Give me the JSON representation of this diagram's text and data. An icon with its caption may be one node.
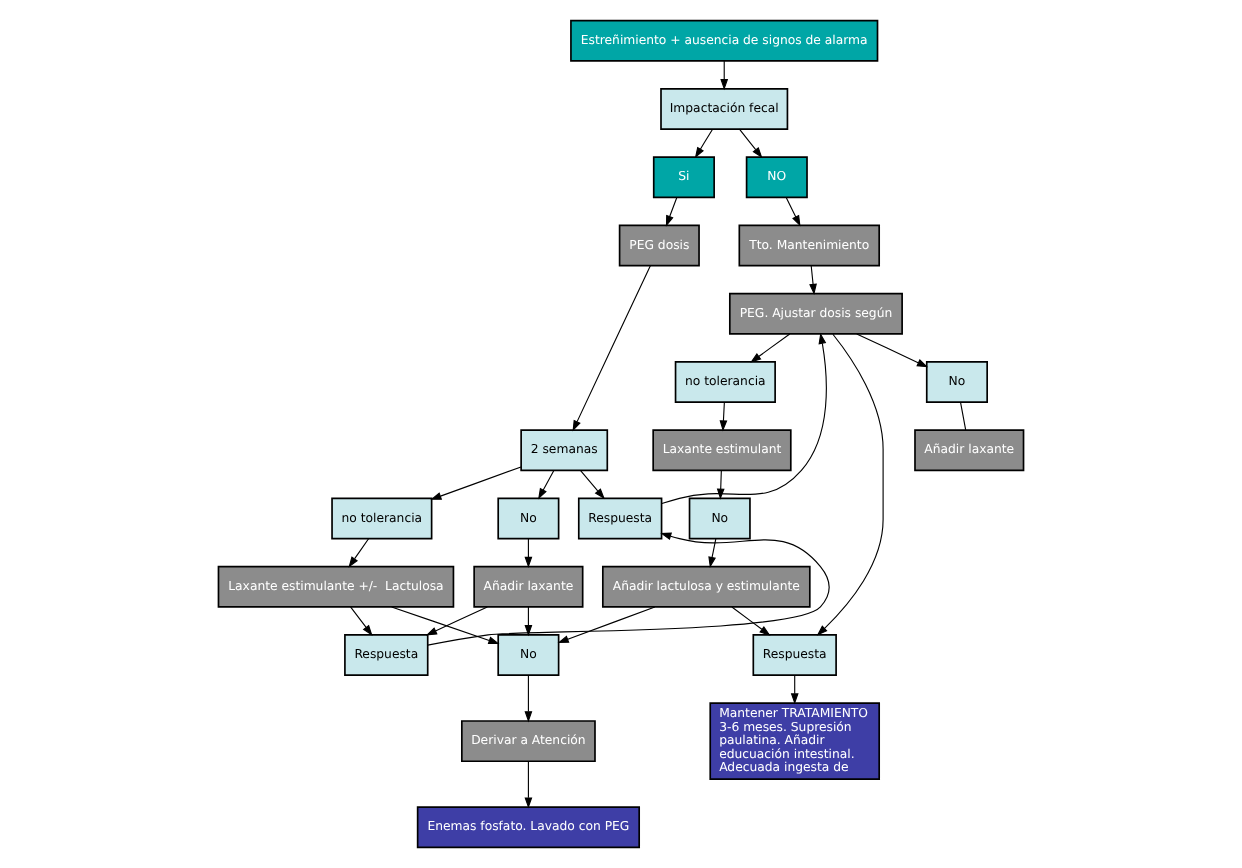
{
  "diagram": {
    "nodes": [
      {
        "text": [
          "Estreñimiento + ausencia de signos de alarma"
        ]
      },
      {
        "text": [
          "Impactación fecal"
        ]
      },
      {
        "text": [
          "Si"
        ]
      },
      {
        "text": [
          "NO"
        ]
      },
      {
        "text": [
          "PEG dosis"
        ]
      },
      {
        "text": [
          "Tto. Mantenimiento"
        ]
      },
      {
        "text": [
          "PEG. Ajustar dosis según"
        ]
      },
      {
        "text": [
          "2 semanas"
        ]
      },
      {
        "text": [
          "No"
        ]
      },
      {
        "text": [
          "no tolerancia"
        ]
      },
      {
        "text": [
          "Respuesta"
        ]
      },
      {
        "text": [
          "no tolerancia"
        ]
      },
      {
        "text": [
          "No"
        ]
      },
      {
        "text": [
          "Añadir laxante"
        ]
      },
      {
        "text": [
          "Laxante estimulante +/-  Lactulosa"
        ]
      },
      {
        "text": [
          "Laxante estimulant"
        ]
      },
      {
        "text": [
          "Añadir laxante"
        ]
      },
      {
        "text": [
          "No"
        ]
      },
      {
        "text": [
          "Respuesta"
        ]
      },
      {
        "text": [
          "Respuesta"
        ]
      },
      {
        "text": [
          "No"
        ]
      },
      {
        "text": [
          "Derivar a Atención"
        ]
      },
      {
        "text": [
          "Añadir lactulosa y estimulante"
        ]
      },
      {
        "text": [
          "Mantener TRATAMIENTO 3-6 meses. Supresión paulatina. Añadir educuación intestinal. Adecuada ingesta de"
        ]
      },
      {
        "text": [
          "Enemas fosfato. Lavado con PEG"
        ]
      }
    ],
    "edges": [
      {
        "from": 0,
        "to": 1,
        "arrow": "to"
      },
      {
        "from": 1,
        "to": 2,
        "arrow": "to"
      },
      {
        "from": 1,
        "to": 3,
        "arrow": "to"
      },
      {
        "from": 2,
        "to": 4,
        "arrow": "to"
      },
      {
        "from": 3,
        "to": 5,
        "arrow": "to"
      },
      {
        "from": 4,
        "to": 7,
        "arrow": "to"
      },
      {
        "from": 5,
        "to": 6,
        "arrow": "to"
      },
      {
        "from": 7,
        "to": 8,
        "arrow": "to"
      },
      {
        "from": 7,
        "to": 9,
        "arrow": "to"
      },
      {
        "from": 7,
        "to": 10,
        "arrow": "to"
      },
      {
        "from": 10,
        "to": 6,
        "arrow": "to"
      },
      {
        "from": 6,
        "to": 11,
        "arrow": "to"
      },
      {
        "from": 6,
        "to": 12,
        "arrow": "to"
      },
      {
        "from": 6,
        "to": 19,
        "arrow": "to"
      },
      {
        "from": 8,
        "to": 13,
        "arrow": "to"
      },
      {
        "from": 9,
        "to": 14,
        "arrow": "to"
      },
      {
        "from": 11,
        "to": 15,
        "arrow": "to"
      },
      {
        "from": 12,
        "to": 16,
        "arrow": "none"
      },
      {
        "from": 13,
        "to": 17,
        "arrow": "to"
      },
      {
        "from": 14,
        "to": 17,
        "arrow": "to"
      },
      {
        "from": 13,
        "to": 18,
        "arrow": "to"
      },
      {
        "from": 14,
        "to": 18,
        "arrow": "to"
      },
      {
        "from": 18,
        "to": 10,
        "arrow": "to"
      },
      {
        "from": 15,
        "to": 20,
        "arrow": "to"
      },
      {
        "from": 20,
        "to": 22,
        "arrow": "to"
      },
      {
        "from": 22,
        "to": 17,
        "arrow": "to"
      },
      {
        "from": 22,
        "to": 19,
        "arrow": "to"
      },
      {
        "from": 19,
        "to": 23,
        "arrow": "to"
      },
      {
        "from": 17,
        "to": 21,
        "arrow": "to"
      },
      {
        "from": 21,
        "to": 24,
        "arrow": "to"
      }
    ]
  }
}
